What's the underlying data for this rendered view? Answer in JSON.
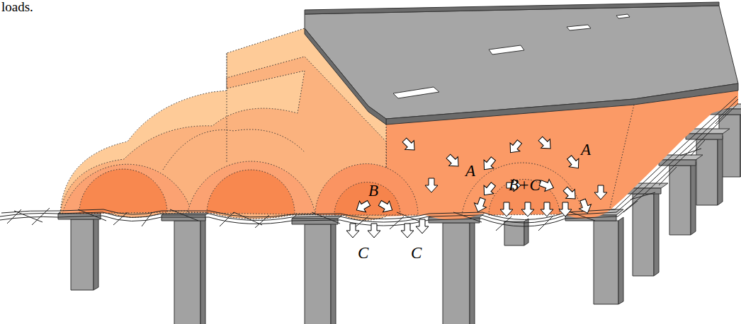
{
  "diagram": {
    "labels": [
      "loads.",
      "A",
      "A",
      "B",
      "B+C",
      "C",
      "C"
    ]
  }
}
